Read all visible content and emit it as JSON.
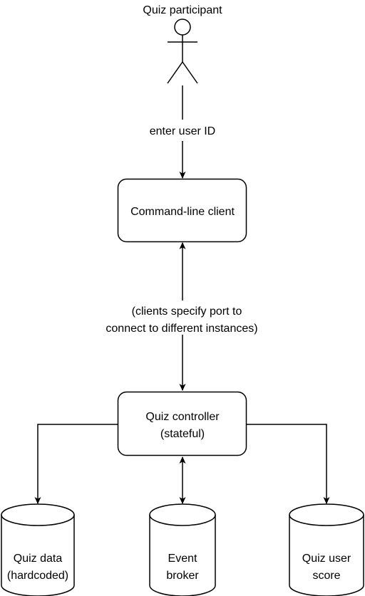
{
  "actor": {
    "label": "Quiz participant"
  },
  "edges": {
    "actor_to_client": "enter user ID",
    "client_to_controller_line1": "(clients specify port to",
    "client_to_controller_line2": "connect to different instances)"
  },
  "nodes": {
    "client": {
      "label": "Command-line client"
    },
    "controller": {
      "line1": "Quiz controller",
      "line2": "(stateful)"
    },
    "quiz_data": {
      "line1": "Quiz data",
      "line2": "(hardcoded)"
    },
    "event_broker": {
      "line1": "Event",
      "line2": "broker"
    },
    "quiz_user_score": {
      "line1": "Quiz user",
      "line2": "score"
    }
  }
}
